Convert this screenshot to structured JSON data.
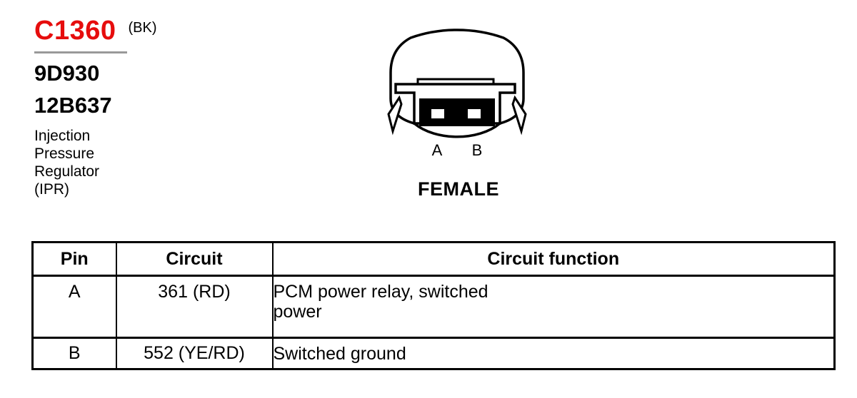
{
  "header": {
    "connector_id": "C1360",
    "color_code": "(BK)",
    "id_color": "#e60d0d",
    "part_numbers": [
      "9D930",
      "12B637"
    ],
    "description_lines": [
      "Injection",
      "Pressure",
      "Regulator",
      "(IPR)"
    ]
  },
  "connector": {
    "pin_labels": [
      "A",
      "B"
    ],
    "gender": "FEMALE"
  },
  "table": {
    "headers": [
      "Pin",
      "Circuit",
      "Circuit function"
    ],
    "rows": [
      {
        "pin": "A",
        "circuit": "361 (RD)",
        "function": "PCM power relay, switched power"
      },
      {
        "pin": "B",
        "circuit": "552 (YE/RD)",
        "function": "Switched ground"
      }
    ]
  }
}
